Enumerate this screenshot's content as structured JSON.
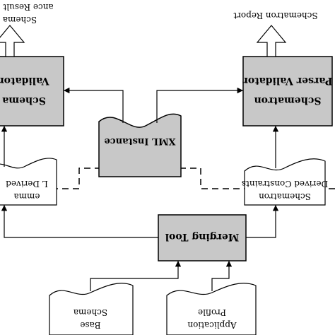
{
  "nodes": {
    "xml_instance": {
      "label": "XML Instance"
    },
    "merging_tool": {
      "label": "Merging Tool"
    },
    "schematron_validator": {
      "line1": "Schematron",
      "line2": "Parser Validator"
    },
    "schema_validator": {
      "line1": "Schema",
      "line2": "Validator"
    },
    "derived_constraints": {
      "line1": "Schematron",
      "line2": "Derived Constraints"
    },
    "derived_schema": {
      "line1": "emma",
      "line2": "L Derived"
    },
    "base_schema": {
      "line1": "Base",
      "line2": "Schema"
    },
    "application_profile": {
      "line1": "Application",
      "line2": "Profile"
    }
  },
  "outputs": {
    "schematron_report": "Schematron Report",
    "schema_label": "Schema",
    "instance_result": "ance Result"
  },
  "colors": {
    "process_fill": "#c8c8c8",
    "document_fill": "#ffffff",
    "stroke": "#000000"
  }
}
